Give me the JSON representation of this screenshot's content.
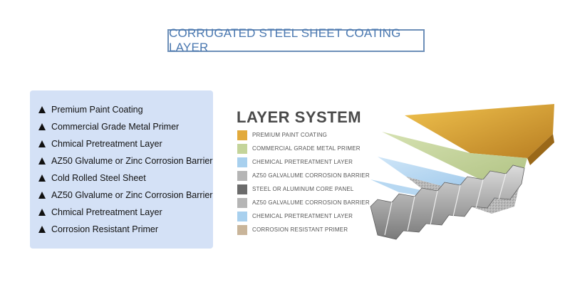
{
  "title": "CORRUGATED STEEL SHEET COATING LAYER",
  "layer_list": [
    "Premium Paint Coating",
    "Commercial Grade Metal Primer",
    "Chmical Pretreatment Layer",
    "AZ50 Glvalume or Zinc Corrosion Barrier",
    "Cold Rolled Steel Sheet",
    "AZ50 Glvalume or Zinc Corrosion Barrier",
    "Chmical Pretreatment Layer",
    "Corrosion Resistant Primer"
  ],
  "legend": {
    "title": "LAYER SYSTEM",
    "items": [
      {
        "label": "PREMIUM PAINT COATING",
        "color": "#e2aa3c"
      },
      {
        "label": "COMMERCIAL GRADE METAL PRIMER",
        "color": "#c4d49a"
      },
      {
        "label": "CHEMICAL PRETREATMENT LAYER",
        "color": "#a8d0ee"
      },
      {
        "label": "AZ50 GALVALUME CORROSION BARRIER",
        "color": "#b5b5b5"
      },
      {
        "label": "STEEL OR ALUMINUM CORE PANEL",
        "color": "#6b6b6b"
      },
      {
        "label": "AZ50 GALVALUME CORROSION BARRIER",
        "color": "#b5b5b5"
      },
      {
        "label": "CHEMICAL PRETREATMENT LAYER",
        "color": "#a8d0ee"
      },
      {
        "label": "CORROSION RESISTANT PRIMER",
        "color": "#c9b59a"
      }
    ]
  }
}
